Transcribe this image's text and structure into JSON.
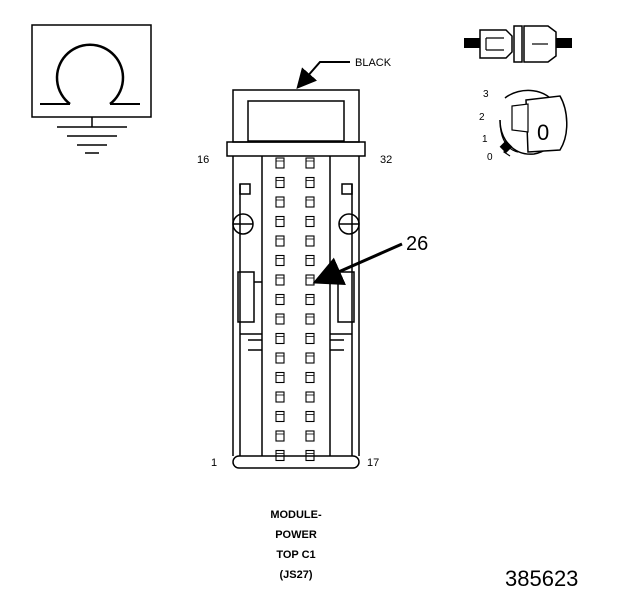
{
  "diagram": {
    "color_label": "BLACK",
    "callout_pin": "26",
    "pin_labels": {
      "top_left": "16",
      "top_right": "32",
      "bottom_left": "1",
      "bottom_right": "17"
    },
    "caption_lines": [
      "MODULE-",
      "POWER",
      "TOP C1",
      "(JS27)"
    ],
    "figure_id": "385623",
    "key_icon": {
      "positions": [
        "3",
        "2",
        "1",
        "0"
      ],
      "label": "0"
    },
    "ground_icon": "ground-symbol-icon",
    "connector_icon": "connector-plug-icon",
    "ink_color": "#000000",
    "background_color": "#ffffff"
  }
}
